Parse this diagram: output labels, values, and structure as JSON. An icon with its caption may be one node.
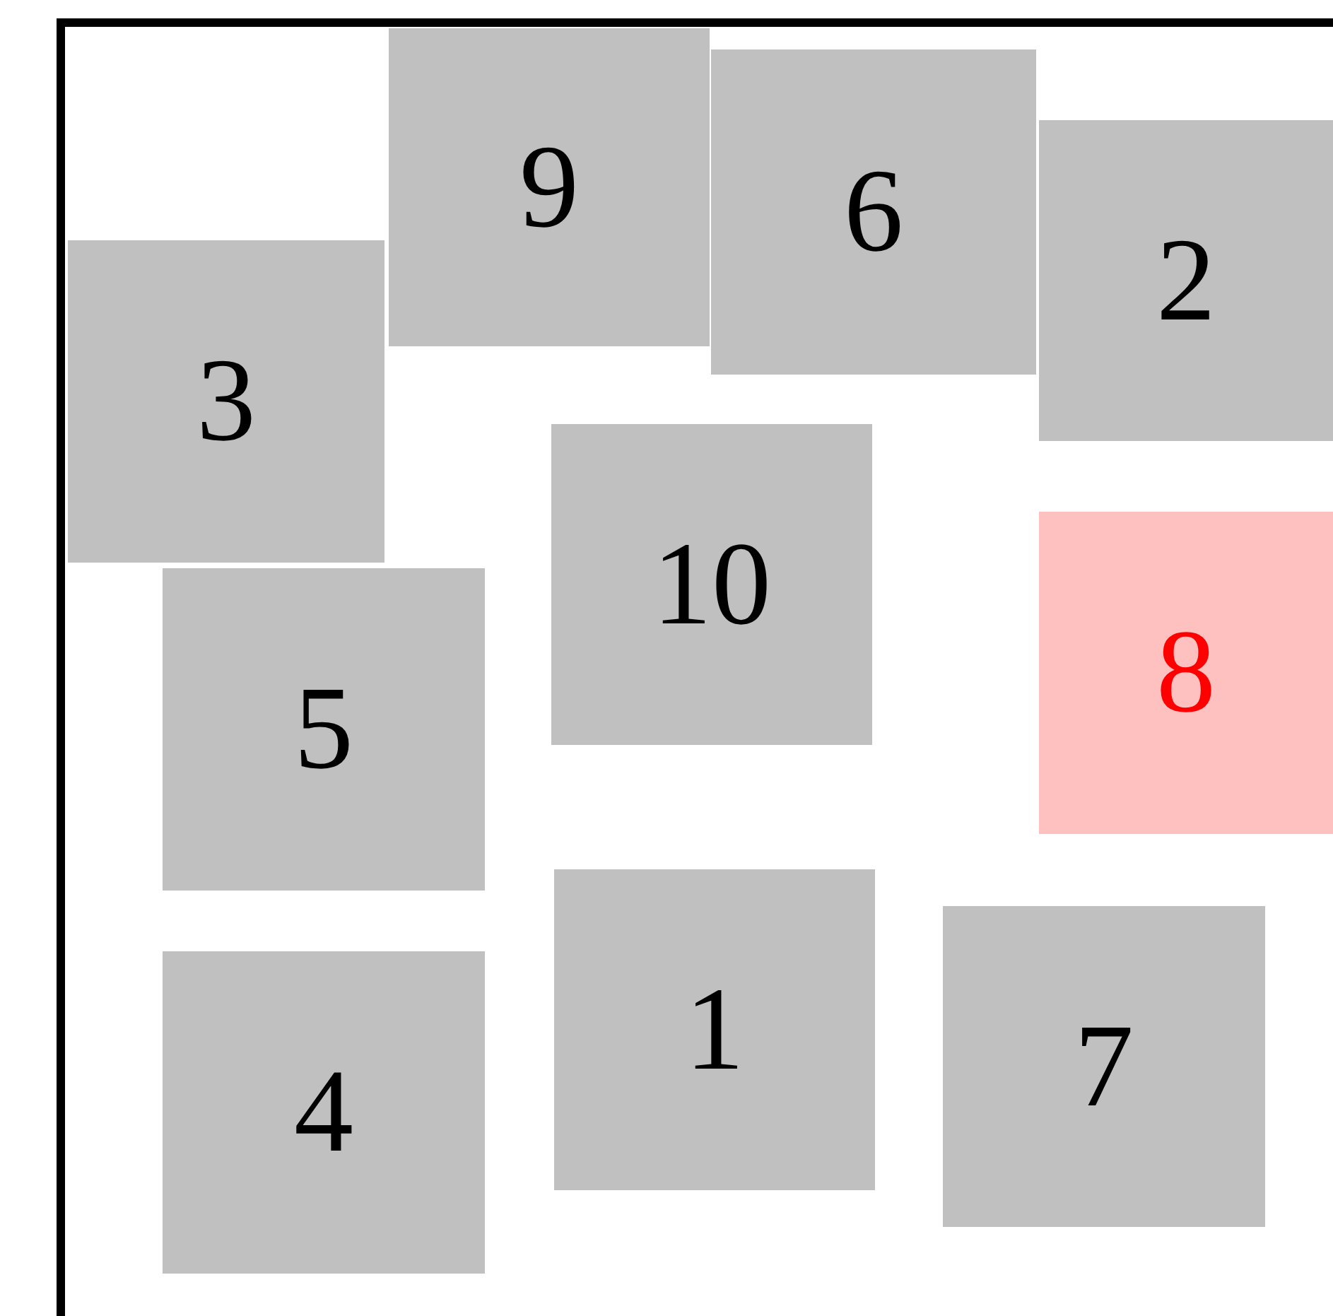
{
  "diagram": {
    "nodes": [
      {
        "text": [
          "9"
        ]
      },
      {
        "text": [
          "6"
        ]
      },
      {
        "text": [
          "2"
        ]
      },
      {
        "text": [
          "3"
        ]
      },
      {
        "text": [
          "10"
        ]
      },
      {
        "text": [
          "8"
        ]
      },
      {
        "text": [
          "5"
        ]
      },
      {
        "text": [
          "1"
        ]
      },
      {
        "text": [
          "7"
        ]
      },
      {
        "text": [
          "4"
        ]
      }
    ]
  }
}
